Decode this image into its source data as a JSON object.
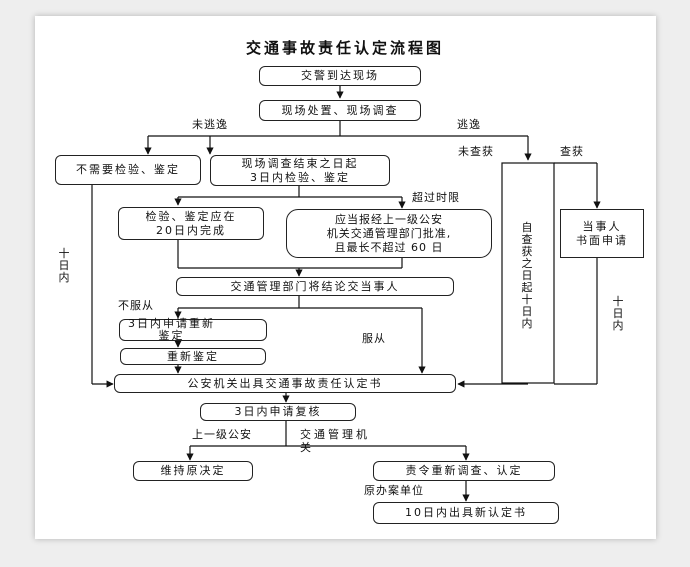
{
  "title": "交通事故责任认定流程图",
  "nodes": {
    "police_arrive": "交警到达现场",
    "scene_handling": "现场处置、现场调查",
    "no_inspection": "不需要检验、鉴定",
    "inspect_3days": "现场调查结束之日起\n3日内检验、鉴定",
    "complete_20days": "检验、鉴定应在\n20日内完成",
    "extension": "应当报经上一级公安\n机关交通管理部门批准,\n且最长不超过 60 日",
    "inform_parties": "交通管理部门将结论交当事人",
    "reapply_3days": "3日内申请重新\n鉴定",
    "re_inspection": "重新鉴定",
    "issue_certificate": "公安机关出具交通事故责任认定书",
    "review_3days": "3日内申请复核",
    "maintain": "维持原决定",
    "reinvestigate": "责令重新调查、认定",
    "new_certificate_10days": "10日内出具新认定书",
    "fled_caught_10days": "自查获之日起十日内",
    "party_application": "当事人\n书面申请"
  },
  "labels": {
    "not_fled": "未逃逸",
    "fled": "逃逸",
    "not_caught": "未查获",
    "caught": "查获",
    "overtime": "超过时限",
    "not_accept": "不服从",
    "accept": "服从",
    "ten_days_left": "十日内",
    "ten_days_right": "十日内",
    "upper_police": "上一级公安",
    "traffic_authority": "交通管理机\n关",
    "original_unit": "原办案单位"
  }
}
